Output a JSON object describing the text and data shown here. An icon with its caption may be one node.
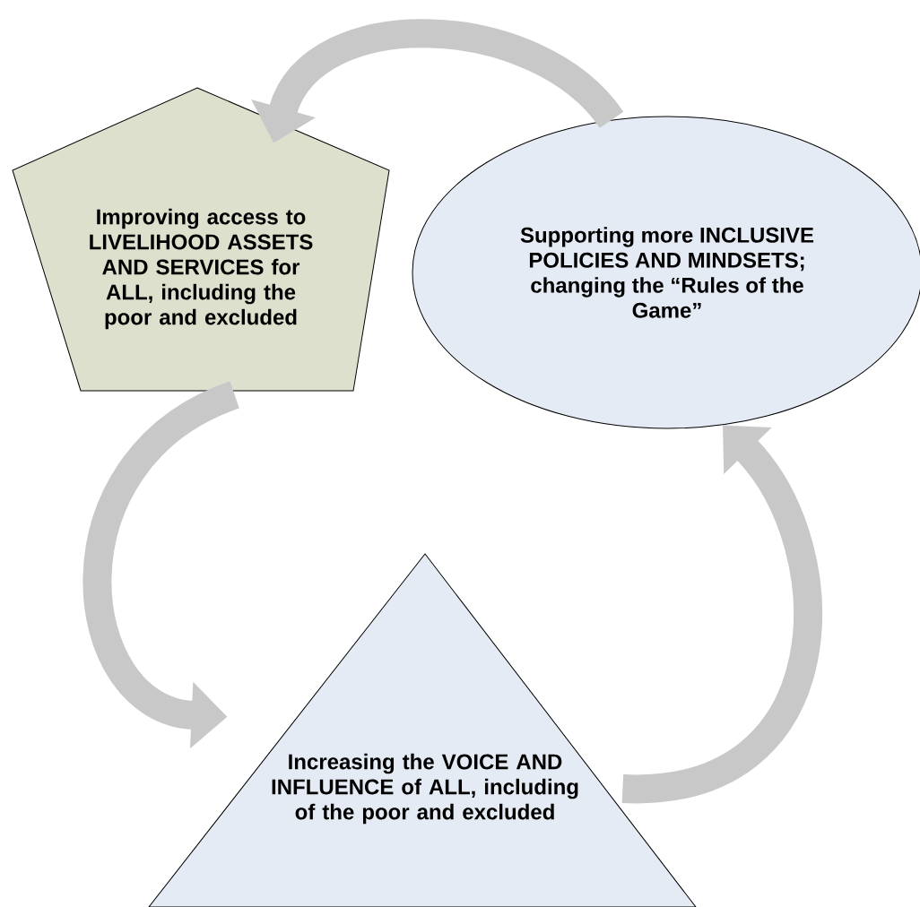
{
  "diagram": {
    "nodes": [
      {
        "text": [
          "Improving access to LIVELIHOOD ASSETS AND SERVICES for ALL, including the poor and excluded"
        ]
      },
      {
        "text": [
          "Supporting more INCLUSIVE POLICIES AND MINDSETS; changing the “Rules of the Game”"
        ]
      },
      {
        "text": [
          "Increasing the VOICE AND INFLUENCE of ALL, including of the poor and excluded"
        ]
      }
    ],
    "edges": [
      {
        "from": 1,
        "to": 0,
        "arrow": "to"
      },
      {
        "from": 0,
        "to": 2,
        "arrow": "to"
      },
      {
        "from": 2,
        "to": 1,
        "arrow": "to"
      }
    ]
  }
}
